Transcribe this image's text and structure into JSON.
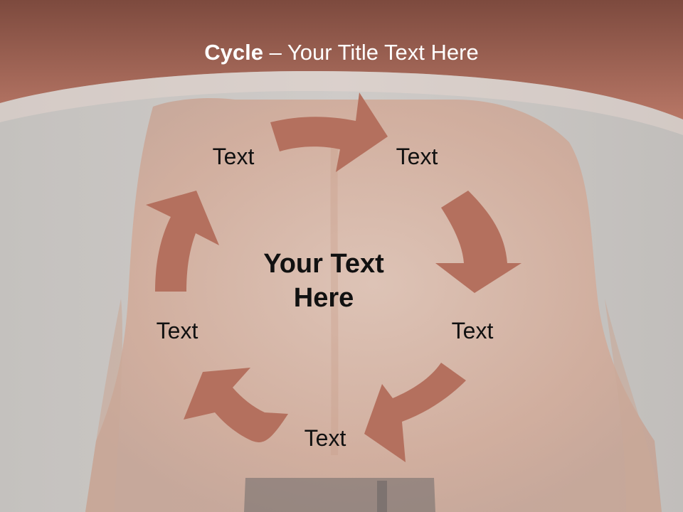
{
  "title": {
    "bold": "Cycle",
    "dash": " – ",
    "rest": "Your Title Text Here"
  },
  "center": {
    "text": "Your Text Here"
  },
  "nodes": [
    {
      "label": "Text"
    },
    {
      "label": "Text"
    },
    {
      "label": "Text"
    },
    {
      "label": "Text"
    },
    {
      "label": "Text"
    }
  ],
  "colors": {
    "band_top": "#7d4a3e",
    "band_bottom": "#b87766",
    "arrow": "#b4705e",
    "background": "#c8c5c2",
    "skin": "#d9b5a3"
  }
}
